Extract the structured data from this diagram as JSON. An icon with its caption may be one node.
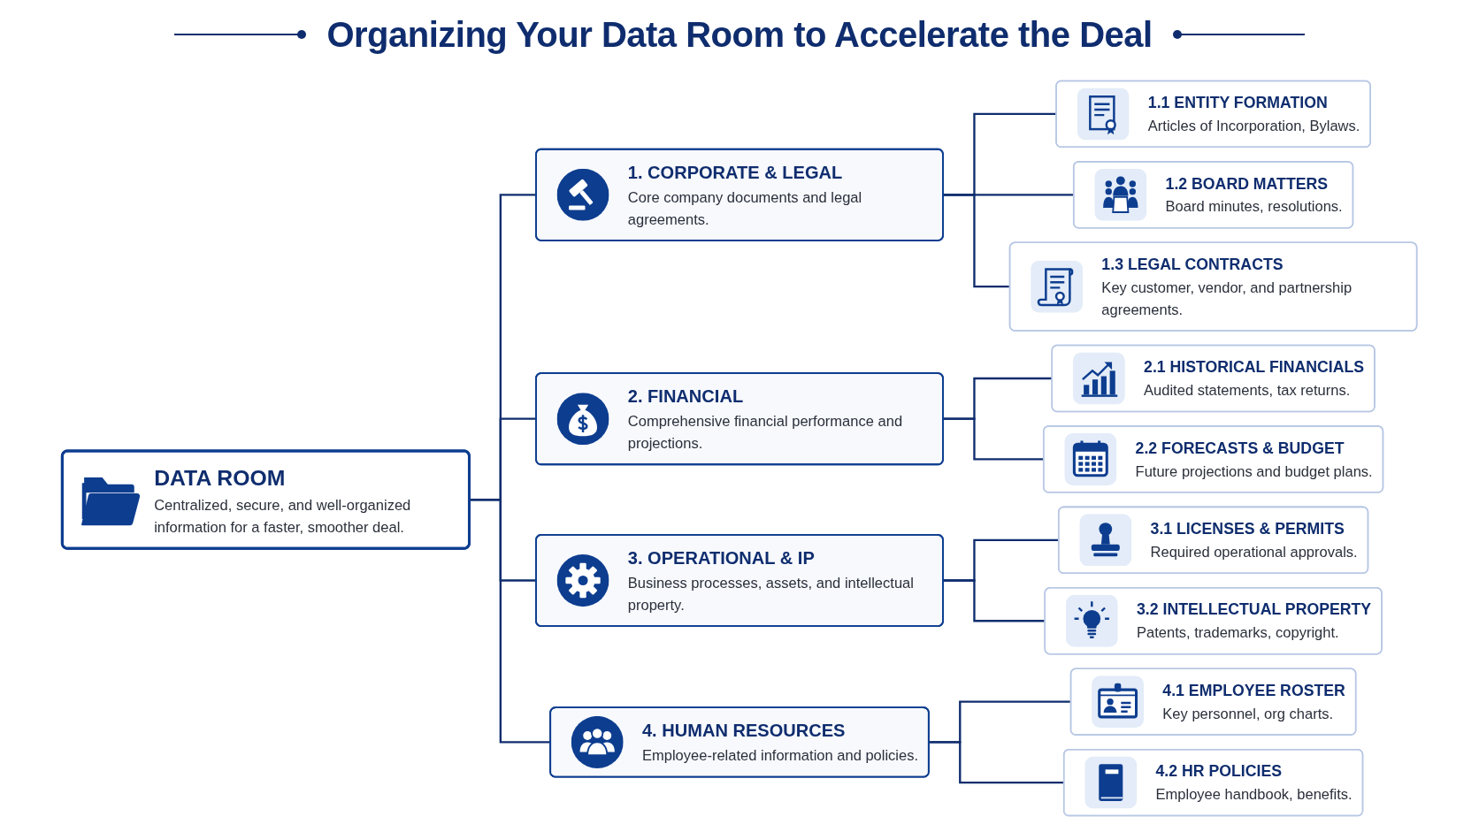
{
  "diagram": {
    "title": "Organizing Your Data Room to Accelerate the Deal",
    "nodes": [
      {
        "text": [
          "DATA ROOM",
          "Centralized, secure, and well-organized information for a faster, smoother deal."
        ]
      },
      {
        "text": [
          "1. CORPORATE & LEGAL",
          "Core company documents and legal agreements."
        ]
      },
      {
        "text": [
          "1.1 ENTITY FORMATION",
          "Articles of Incorporation, Bylaws."
        ]
      },
      {
        "text": [
          "1.2 BOARD MATTERS",
          "Board minutes, resolutions."
        ]
      },
      {
        "text": [
          "1.3 LEGAL CONTRACTS",
          "Key customer, vendor, and partnership agreements."
        ]
      },
      {
        "text": [
          "2. FINANCIAL",
          "Comprehensive financial performance and projections."
        ]
      },
      {
        "text": [
          "2.1 HISTORICAL FINANCIALS",
          "Audited statements, tax returns."
        ]
      },
      {
        "text": [
          "2.2 FORECASTS & BUDGET",
          "Future projections and budget plans."
        ]
      },
      {
        "text": [
          "3. OPERATIONAL & IP",
          "Business processes, assets, and intellectual property."
        ]
      },
      {
        "text": [
          "3.1 LICENSES & PERMITS",
          "Required operational approvals."
        ]
      },
      {
        "text": [
          "3.2 INTELLECTUAL PROPERTY",
          "Patents, trademarks, copyright."
        ]
      },
      {
        "text": [
          "4. HUMAN RESOURCES",
          "Employee-related information and policies."
        ]
      },
      {
        "text": [
          "4.1 EMPLOYEE ROSTER",
          "Key personnel, org charts."
        ]
      },
      {
        "text": [
          "4.2 HR POLICIES",
          "Employee handbook, benefits."
        ]
      }
    ],
    "edges": [
      {
        "from": 0,
        "to": 1,
        "arrow": "none"
      },
      {
        "from": 0,
        "to": 5,
        "arrow": "none"
      },
      {
        "from": 0,
        "to": 8,
        "arrow": "none"
      },
      {
        "from": 0,
        "to": 11,
        "arrow": "none"
      },
      {
        "from": 1,
        "to": 2,
        "arrow": "none"
      },
      {
        "from": 1,
        "to": 3,
        "arrow": "none"
      },
      {
        "from": 1,
        "to": 4,
        "arrow": "none"
      },
      {
        "from": 5,
        "to": 6,
        "arrow": "none"
      },
      {
        "from": 5,
        "to": 7,
        "arrow": "none"
      },
      {
        "from": 8,
        "to": 9,
        "arrow": "none"
      },
      {
        "from": 8,
        "to": 10,
        "arrow": "none"
      },
      {
        "from": 11,
        "to": 12,
        "arrow": "none"
      },
      {
        "from": 11,
        "to": 13,
        "arrow": "none"
      }
    ]
  }
}
